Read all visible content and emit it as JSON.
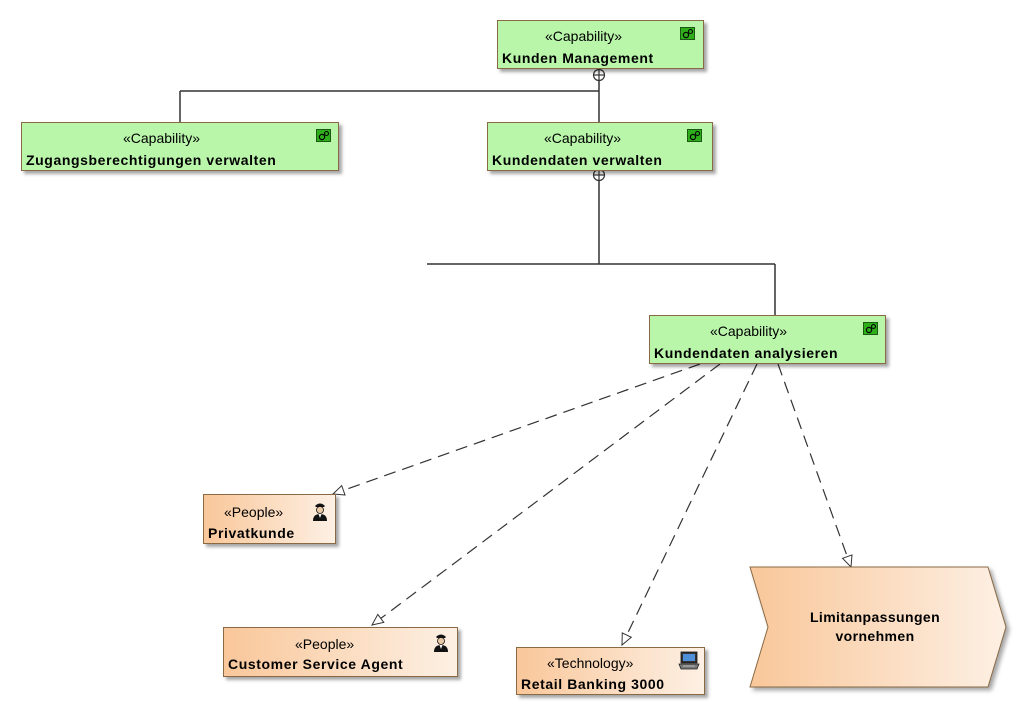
{
  "nodes": {
    "kunden_management": {
      "stereotype": "«Capability»",
      "name": "Kunden Management"
    },
    "zugangsberechtigungen": {
      "stereotype": "«Capability»",
      "name": "Zugangsberechtigungen verwalten"
    },
    "kundendaten_verwalten": {
      "stereotype": "«Capability»",
      "name": "Kundendaten verwalten"
    },
    "kundendaten_analysieren": {
      "stereotype": "«Capability»",
      "name": "Kundendaten analysieren"
    },
    "privatkunde": {
      "stereotype": "«People»",
      "name": "Privatkunde"
    },
    "customer_service_agent": {
      "stereotype": "«People»",
      "name": "Customer Service Agent"
    },
    "retail_banking": {
      "stereotype": "«Technology»",
      "name": "Retail Banking 3000"
    },
    "limitanpassungen": {
      "line1": "Limitanpassungen",
      "line2": "vornehmen"
    }
  },
  "icons": {
    "capability": "gears-icon",
    "people": "person-icon",
    "technology": "computer-icon"
  },
  "colors": {
    "capability_fill": "#b9f6aa",
    "people_fill_start": "#f9c79a",
    "people_fill_end": "#fdf0e4",
    "border": "#8a6a45",
    "connector": "#333333"
  }
}
